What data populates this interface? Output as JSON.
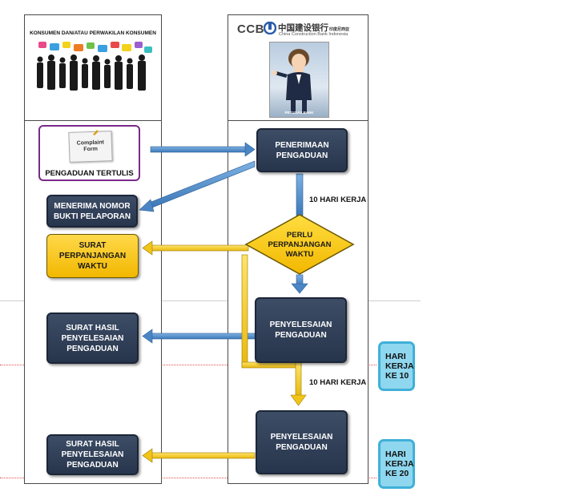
{
  "left_header": {
    "title": "KONSUMEN DAN/ATAU PERWAKILAN KONSUMEN"
  },
  "right_header": {
    "bank_abbr": "CCB",
    "bank_name_cn": "中国建设银行",
    "bank_name_cn_small": "印度尼西亚",
    "bank_subtitle": "China Construction Bank Indonesia",
    "officer_caption": "PETUGAS BANK"
  },
  "complaint_doc": {
    "form_text_line1": "Complaint",
    "form_text_line2": "Form",
    "label": "PENGADUAN TERTULIS"
  },
  "nodes": {
    "penerimaan": "PENERIMAAN PENGADUAN",
    "nomor": "MENERIMA NOMOR BUKTI PELAPORAN",
    "perlu": "PERLU PERPANJANGAN WAKTU",
    "surat_perpanjangan": "SURAT PERPANJANGAN WAKTU",
    "penyelesaian1": "PENYELESAIAN PENGADUAN",
    "surat_hasil1": "SURAT HASIL PENYELESAIAN PENGADUAN",
    "penyelesaian2": "PENYELESAIAN PENGADUAN",
    "surat_hasil2": "SURAT HASIL PENYELESAIAN PENGADUAN"
  },
  "labels": {
    "hari_kerja_1": "10 HARI KERJA",
    "hari_kerja_2": "10 HARI KERJA"
  },
  "badges": {
    "ke10": "HARI KERJA KE 10",
    "ke20": "HARI KERJA KE 20"
  },
  "colors": {
    "blue_arrow": "#4a86c6",
    "yellow_arrow": "#f2c418",
    "dark_box": "#2f3d55",
    "badge": "#8fd7ee"
  }
}
